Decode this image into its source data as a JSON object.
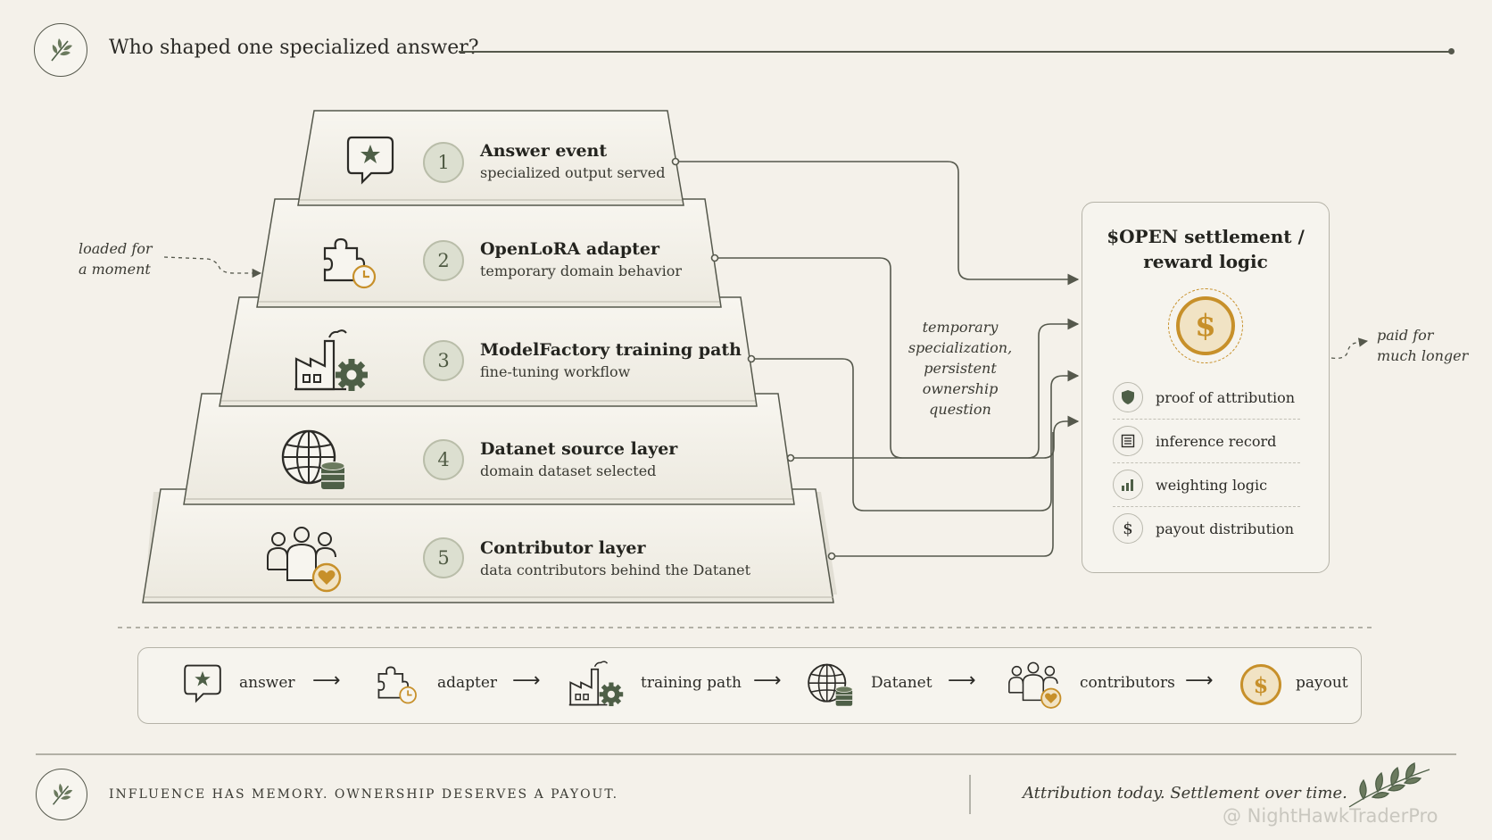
{
  "header": {
    "title": "Who shaped one specialized answer?"
  },
  "tiers": [
    {
      "number": "1",
      "title": "Answer event",
      "subtitle": "specialized output served",
      "icon": "chat-star-icon"
    },
    {
      "number": "2",
      "title": "OpenLoRA adapter",
      "subtitle": "temporary domain behavior",
      "icon": "puzzle-clock-icon"
    },
    {
      "number": "3",
      "title": "ModelFactory training path",
      "subtitle": "fine-tuning workflow",
      "icon": "factory-gear-icon"
    },
    {
      "number": "4",
      "title": "Datanet source layer",
      "subtitle": "domain dataset selected",
      "icon": "globe-database-icon"
    },
    {
      "number": "5",
      "title": "Contributor layer",
      "subtitle": "data contributors behind the Datanet",
      "icon": "people-heart-icon"
    }
  ],
  "notes": {
    "loaded_line1": "loaded for",
    "loaded_line2": "a moment",
    "middle_line1": "temporary",
    "middle_line2": "specialization,",
    "middle_line3": "persistent",
    "middle_line4": "ownership",
    "middle_line5": "question",
    "paid_line1": "paid for",
    "paid_line2": "much longer"
  },
  "settlement": {
    "title_line1": "$OPEN settlement /",
    "title_line2": "reward logic",
    "coin_symbol": "$",
    "items": [
      {
        "label": "proof of attribution",
        "icon": "shield-icon"
      },
      {
        "label": "inference record",
        "icon": "list-icon"
      },
      {
        "label": "weighting logic",
        "icon": "bar-chart-icon"
      },
      {
        "label": "payout distribution",
        "icon": "dollar-icon"
      }
    ]
  },
  "flow": {
    "steps": [
      {
        "label": "answer",
        "icon": "chat-star-icon"
      },
      {
        "label": "adapter",
        "icon": "puzzle-clock-icon"
      },
      {
        "label": "training path",
        "icon": "factory-gear-icon"
      },
      {
        "label": "Datanet",
        "icon": "globe-database-icon"
      },
      {
        "label": "contributors",
        "icon": "people-heart-icon"
      },
      {
        "label": "payout",
        "icon": "coin-icon"
      }
    ],
    "arrow": "⟶"
  },
  "footer": {
    "left": "INFLUENCE HAS MEMORY. OWNERSHIP DESERVES A PAYOUT.",
    "right": "Attribution today. Settlement over time."
  },
  "watermark": "@ NightHawkTraderPro",
  "colors": {
    "background": "#f4f1ea",
    "olive": "#55584c",
    "green_dark": "#4e5f47",
    "gold": "#c7902a"
  }
}
